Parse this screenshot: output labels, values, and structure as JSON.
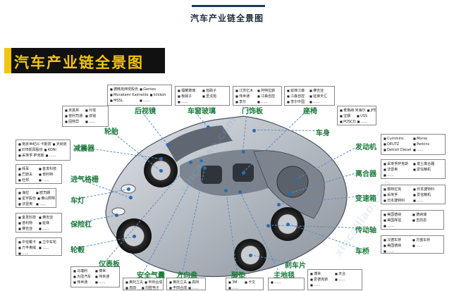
{
  "header": {
    "title": "汽车产业链全景图"
  },
  "banner": {
    "text": "汽车产业链全景图"
  },
  "watermark": "xincailiao.com",
  "parts": [
    {
      "id": "rearview-mirror",
      "label": "后视镜",
      "companies": [
        [
          "德韩克西安股份",
          "Gentex"
        ],
        [
          "Murakami Kaimeido",
          "Ichikoh"
        ],
        [
          "MSSL",
          "......"
        ]
      ]
    },
    {
      "id": "window-glass",
      "label": "车窗玻璃",
      "companies": [
        [
          "福耀玻璃",
          "旭硝子"
        ],
        [
          "板硝子",
          "圣戈班"
        ],
        [
          "......",
          ""
        ]
      ]
    },
    {
      "id": "door-panel",
      "label": "门饰板",
      "companies": [
        [
          "江苏忆木",
          "阿特拉斯"
        ],
        [
          "伟世通",
          "江森自控"
        ],
        [
          "李尔",
          "......"
        ]
      ]
    },
    {
      "id": "seat",
      "label": "座椅",
      "companies": [
        [
          "延锋江森",
          "佛吉亚"
        ],
        [
          "江森自控",
          "延锋天汇"
        ],
        [
          "李尔中国",
          "......"
        ]
      ]
    },
    {
      "id": "tire",
      "label": "轮胎",
      "companies": [
        [
          "米其林",
          "玲珑"
        ],
        [
          "普利司通",
          "双钱"
        ],
        [
          "固特异",
          "......"
        ]
      ]
    },
    {
      "id": "body",
      "label": "车身",
      "companies": [
        [
          "麦格纳·米海尔",
          "JFE"
        ],
        [
          "宝钢",
          "USS"
        ],
        [
          "POSCO",
          "......"
        ]
      ]
    },
    {
      "id": "shock-absorber",
      "label": "减震器",
      "companies": [
        [
          "南京世纪兴·卡斯宾",
          "天纳克"
        ],
        [
          "KYB凯阳股份",
          "KONI"
        ],
        [
          "采埃孚·萨克斯",
          "......"
        ]
      ]
    },
    {
      "id": "engine",
      "label": "发动机",
      "companies": [
        [
          "Cummins",
          "Morse"
        ],
        [
          "DEUTZ",
          "Perkins"
        ],
        [
          "Detroit Diesel",
          "......"
        ]
      ]
    },
    {
      "id": "intake-grille",
      "label": "进气格栅",
      "companies": [
        [
          "拜耳",
          "金发科技"
        ],
        [
          "巴斯夫",
          "普利特"
        ],
        [
          "杜邦",
          "......"
        ]
      ]
    },
    {
      "id": "clutch",
      "label": "离合器",
      "companies": [
        [
          "采埃孚萨克斯",
          "富士离合器"
        ],
        [
          "法雷奥",
          "爱信精机"
        ],
        [
          "......",
          ""
        ]
      ]
    },
    {
      "id": "headlight",
      "label": "车灯",
      "companies": [
        [
          "海拉",
          "欧司朗"
        ],
        [
          "星宇股份",
          "佛山照明"
        ],
        [
          "法雷奥",
          "......"
        ]
      ]
    },
    {
      "id": "gearbox",
      "label": "变速箱",
      "companies": [
        [
          "格特拉克",
          "日本捷特科"
        ],
        [
          "采埃孚",
          "爱信精机"
        ],
        [
          "日本捷特科",
          "......"
        ]
      ]
    },
    {
      "id": "bumper",
      "label": "保险杠",
      "companies": [
        [
          "金发科技",
          "佛吉亚"
        ],
        [
          "普利特",
          "延锋"
        ],
        [
          "佛吉亚",
          "......"
        ]
      ]
    },
    {
      "id": "drive-shaft",
      "label": "传动轴",
      "companies": [
        [
          "美国德纳",
          "德纳瑞"
        ],
        [
          "美国库珀",
          "吉凯恩"
        ],
        [
          "......",
          ""
        ]
      ]
    },
    {
      "id": "wheel-hub",
      "label": "轮毂",
      "companies": [
        [
          "中信戴卡",
          "立中车轮"
        ],
        [
          "万丰奥威",
          "......"
        ],
        [
          "......",
          ""
        ]
      ]
    },
    {
      "id": "axle",
      "label": "车桥",
      "companies": [
        [
          "汉德车桥",
          "方盛车桥"
        ],
        [
          "美国德纳",
          "......"
        ],
        [
          "......",
          ""
        ]
      ]
    },
    {
      "id": "dashboard",
      "label": "仪表板",
      "companies": [
        [
          "马瑞利",
          "博世"
        ],
        [
          "大陆汽车",
          "伟世通"
        ],
        [
          "伟世通",
          "......"
        ]
      ]
    },
    {
      "id": "airbag",
      "label": "安全气囊",
      "companies": [
        [
          "奥托立夫",
          "丰田合成"
        ],
        [
          "高田",
          "均胜电子"
        ],
        [
          "......",
          ""
        ]
      ]
    },
    {
      "id": "steering-wheel",
      "label": "方向盘",
      "companies": [
        [
          "奥托立夫",
          "高田"
        ],
        [
          "丰田合成",
          "......"
        ],
        [
          "......",
          ""
        ]
      ]
    },
    {
      "id": "floor-mat",
      "label": "脚垫",
      "companies": [
        [
          "3M",
          "卡文"
        ],
        [
          "......",
          ""
        ],
        [
          "",
          ""
        ]
      ]
    },
    {
      "id": "carpet",
      "label": "主地毯",
      "companies": [
        [
          "......",
          ""
        ],
        [
          "",
          ""
        ],
        [
          "",
          ""
        ]
      ]
    },
    {
      "id": "brake-pad",
      "label": "刹车片",
      "companies": [
        [
          "博世",
          "天合"
        ],
        [
          "爱德克斯",
          "......"
        ],
        [
          "......",
          ""
        ]
      ]
    }
  ]
}
